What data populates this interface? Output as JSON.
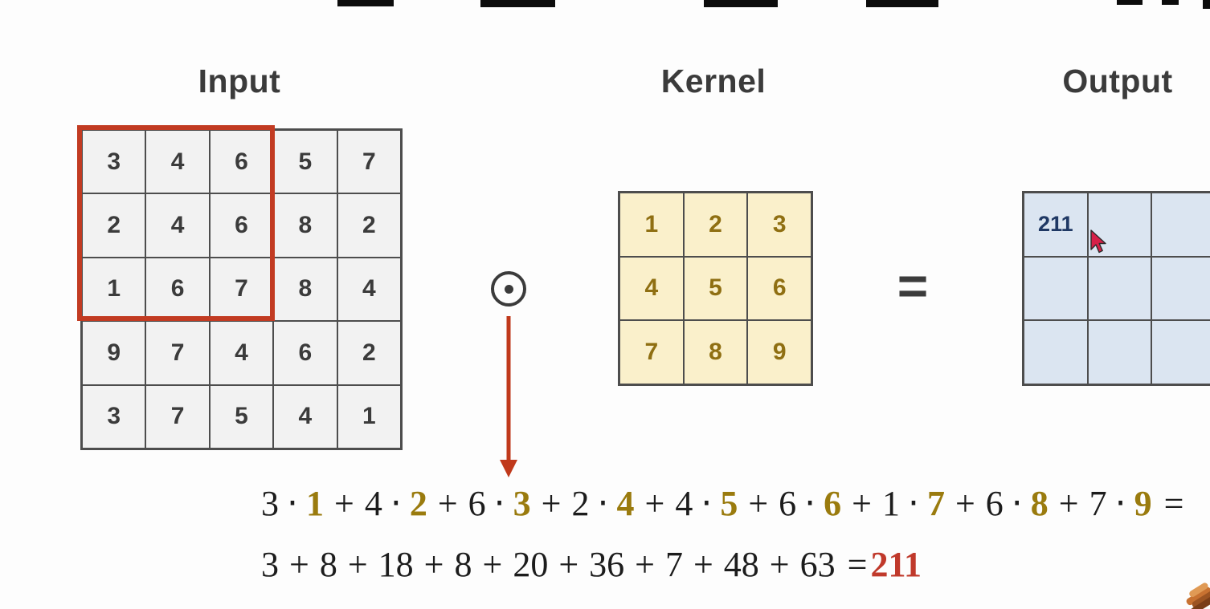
{
  "titles": {
    "input": "Input",
    "kernel": "Kernel",
    "output": "Output"
  },
  "input_matrix": [
    [
      "3",
      "4",
      "6",
      "5",
      "7"
    ],
    [
      "2",
      "4",
      "6",
      "8",
      "2"
    ],
    [
      "1",
      "6",
      "7",
      "8",
      "4"
    ],
    [
      "9",
      "7",
      "4",
      "6",
      "2"
    ],
    [
      "3",
      "7",
      "5",
      "4",
      "1"
    ]
  ],
  "kernel_matrix": [
    [
      "1",
      "2",
      "3"
    ],
    [
      "4",
      "5",
      "6"
    ],
    [
      "7",
      "8",
      "9"
    ]
  ],
  "output_matrix": [
    [
      "211",
      "",
      ""
    ],
    [
      "",
      "",
      ""
    ],
    [
      "",
      "",
      ""
    ]
  ],
  "operators": {
    "elementwise_product": "⊙",
    "equals": "="
  },
  "equation": {
    "dot": "⋅",
    "plus": "+",
    "equals": "=",
    "pairs": [
      [
        "3",
        "1"
      ],
      [
        "4",
        "2"
      ],
      [
        "6",
        "3"
      ],
      [
        "2",
        "4"
      ],
      [
        "4",
        "5"
      ],
      [
        "6",
        "6"
      ],
      [
        "1",
        "7"
      ],
      [
        "6",
        "8"
      ],
      [
        "7",
        "9"
      ]
    ],
    "products": [
      "3",
      "8",
      "18",
      "8",
      "20",
      "36",
      "7",
      "48",
      "63"
    ],
    "result": "211"
  },
  "colors": {
    "input_cell": "#f2f2f2",
    "kernel_cell": "#faf0cb",
    "kernel_number": "#8f6f12",
    "output_cell": "#dbe5f1",
    "output_number": "#1f3864",
    "highlight": "#c23b22",
    "arrow": "#c0391b",
    "equation_gold": "#9a7b0e",
    "result_red": "#c0392b"
  },
  "artifacts": {
    "top_marks": [
      [
        420,
        0,
        70,
        8
      ],
      [
        598,
        0,
        93,
        9
      ],
      [
        876,
        0,
        92,
        9
      ],
      [
        1078,
        0,
        90,
        9
      ],
      [
        1390,
        0,
        32,
        6
      ],
      [
        1446,
        0,
        21,
        6
      ],
      [
        1497,
        0,
        9,
        11
      ]
    ]
  }
}
